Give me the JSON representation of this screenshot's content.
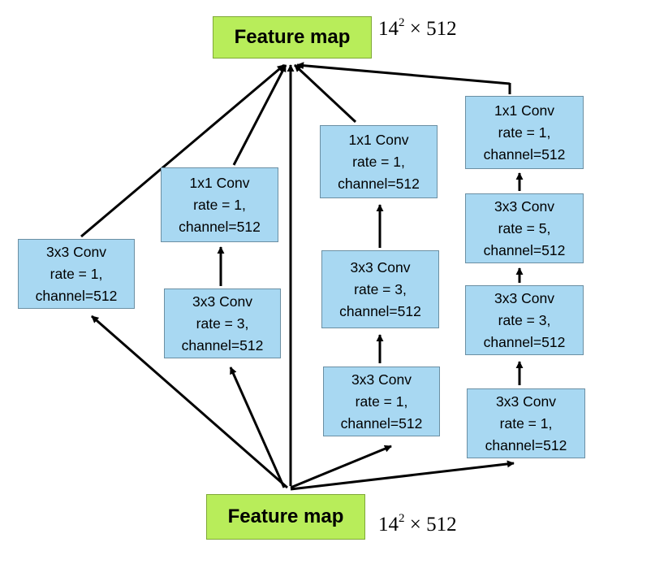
{
  "top_map": {
    "label": "Feature map",
    "dim_base": "14",
    "dim_exp": "2",
    "dim_rest": " × 512"
  },
  "bottom_map": {
    "label": "Feature map",
    "dim_base": "14",
    "dim_exp": "2",
    "dim_rest": " × 512"
  },
  "branches": [
    {
      "id": "b1",
      "layers": [
        {
          "kind": "3x3 Conv",
          "rate": "rate = 1,",
          "channel": "channel=512"
        }
      ]
    },
    {
      "id": "b2",
      "layers": [
        {
          "kind": "3x3 Conv",
          "rate": "rate = 3,",
          "channel": "channel=512"
        },
        {
          "kind": "1x1 Conv",
          "rate": "rate = 1,",
          "channel": "channel=512"
        }
      ]
    },
    {
      "id": "b3",
      "layers": [
        {
          "kind": "3x3 Conv",
          "rate": "rate = 1,",
          "channel": "channel=512"
        },
        {
          "kind": "3x3 Conv",
          "rate": "rate = 3,",
          "channel": "channel=512"
        },
        {
          "kind": "1x1 Conv",
          "rate": "rate = 1,",
          "channel": "channel=512"
        }
      ]
    },
    {
      "id": "b4",
      "layers": [
        {
          "kind": "3x3 Conv",
          "rate": "rate = 1,",
          "channel": "channel=512"
        },
        {
          "kind": "3x3 Conv",
          "rate": "rate = 3,",
          "channel": "channel=512"
        },
        {
          "kind": "3x3 Conv",
          "rate": "rate = 5,",
          "channel": "channel=512"
        },
        {
          "kind": "1x1 Conv",
          "rate": "rate = 1,",
          "channel": "channel=512"
        }
      ]
    }
  ]
}
